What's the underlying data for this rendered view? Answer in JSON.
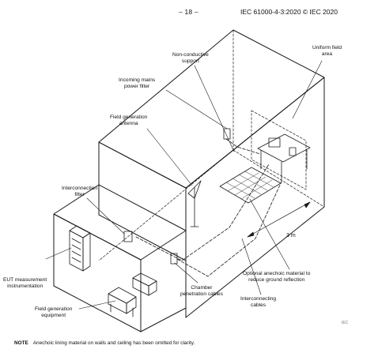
{
  "header": {
    "page_number": "– 18 –",
    "document_ref": "IEC 61000-4-3:2020 © IEC 2020"
  },
  "labels": {
    "non_conductive_support": "Non-conductive\nsupport",
    "uniform_field_area": "Uniform field\narea",
    "incoming_mains_filter": "Incoming mains\npower filter",
    "field_generation_antenna": "Field generation\nantenna",
    "interconnection_filter": "Interconnection\nfilter",
    "eut_instrumentation": "EUT measurement\ninstrumentation",
    "field_generation_equipment": "Field generation\nequipment",
    "chamber_penetration_cables": "Chamber\npenetration cables",
    "interconnecting_cables": "Interconnecting\ncables",
    "optional_anechoic": "Optional anechoic material to\nreduce ground reflection",
    "distance": "3 m"
  },
  "watermark": "IEC",
  "note": {
    "label": "NOTE",
    "text": "Anechoic lining material on walls and ceiling has been omitted for clarity."
  }
}
